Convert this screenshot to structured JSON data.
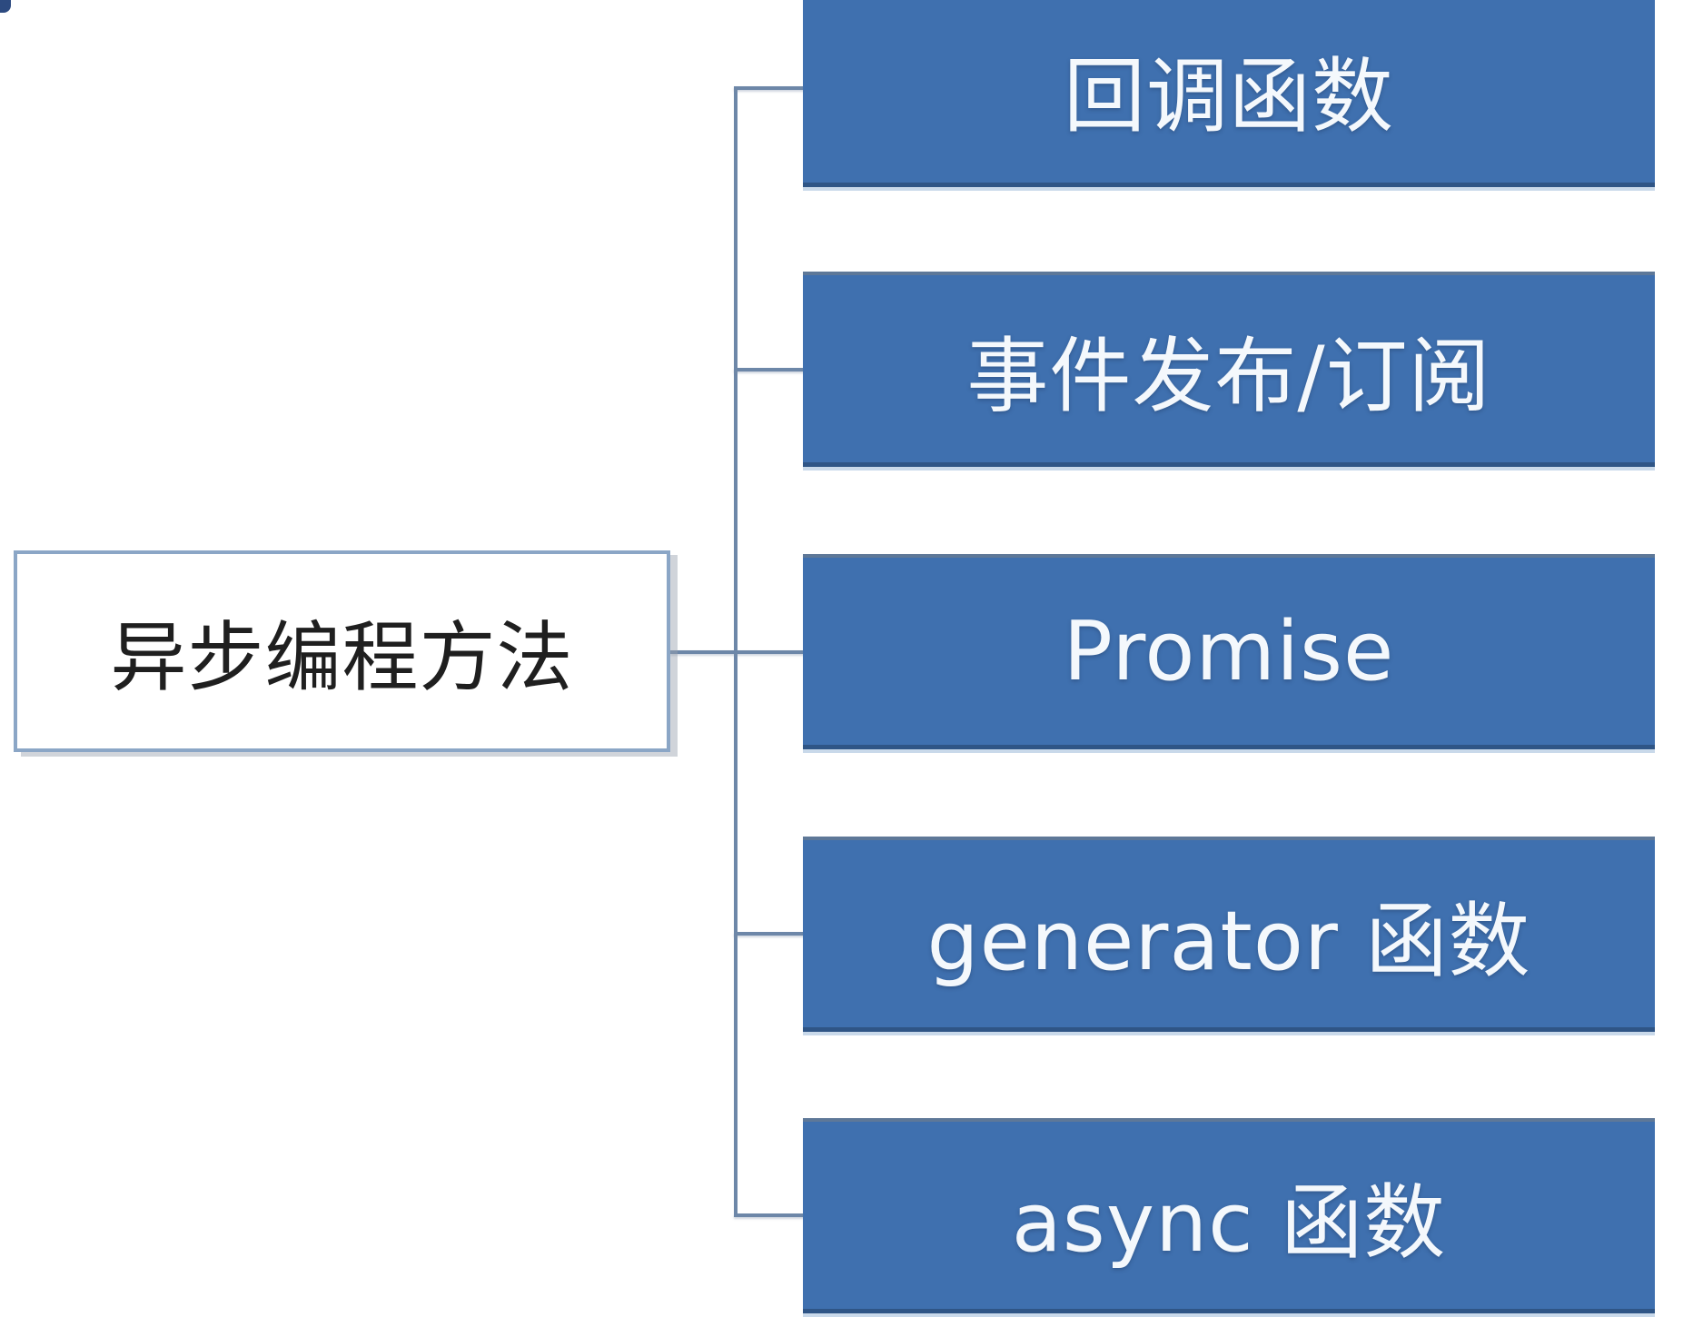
{
  "diagram": {
    "root": {
      "label": "异步编程方法"
    },
    "branches": [
      {
        "label": "回调函数"
      },
      {
        "label": "事件发布/订阅"
      },
      {
        "label": "Promise"
      },
      {
        "label": "generator 函数"
      },
      {
        "label": "async 函数"
      }
    ],
    "colors": {
      "branch_fill": "#3f70af",
      "branch_text": "#f4f8fc",
      "root_fill": "#ffffff",
      "root_border": "#8ba6c6",
      "root_text": "#1f1f1f",
      "connector": "#6d87a8"
    }
  }
}
